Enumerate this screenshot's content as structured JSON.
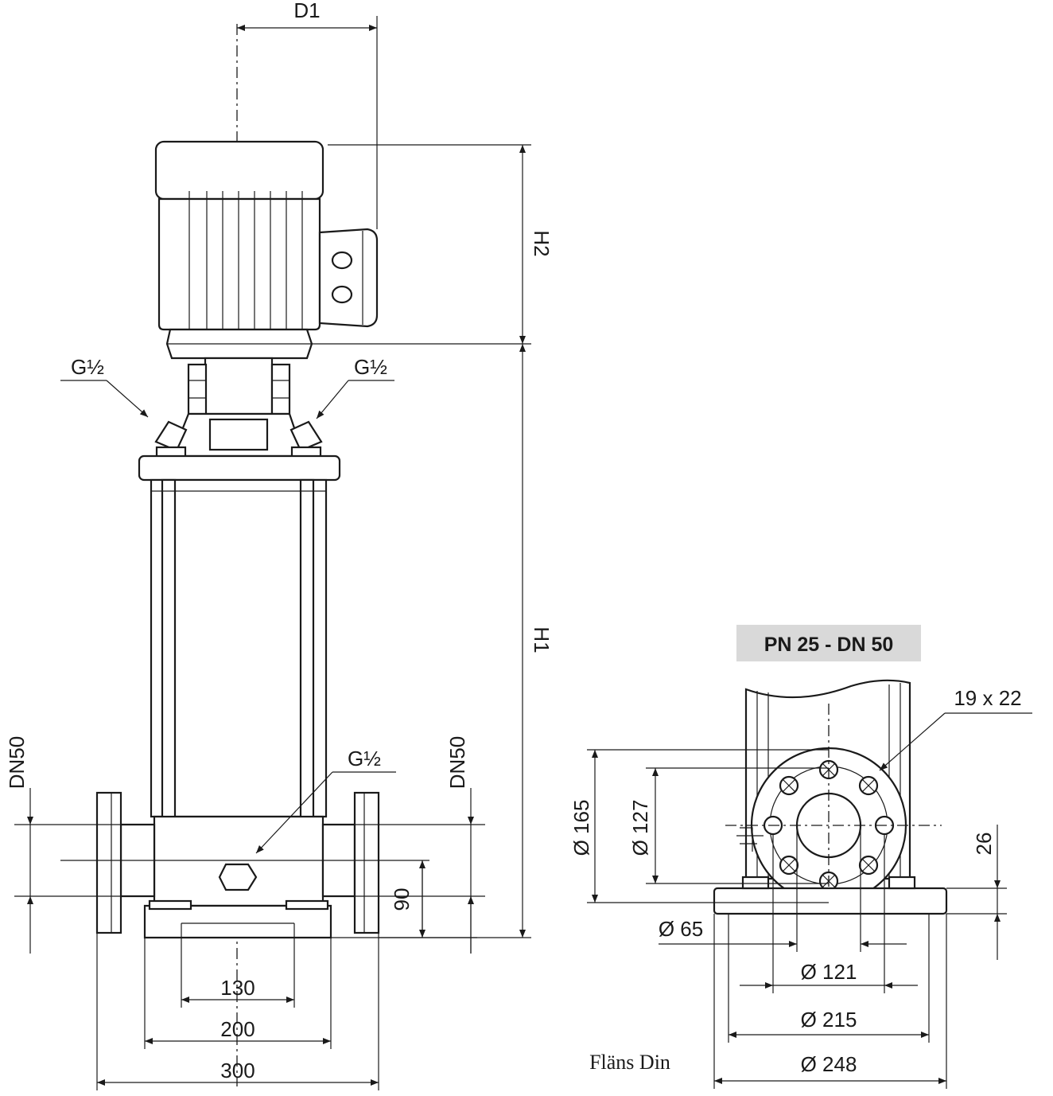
{
  "labels": {
    "d1": "D1",
    "h1": "H1",
    "h2": "H2",
    "g_left": "G½",
    "g_right": "G½",
    "g_bottom": "G½",
    "dn_left": "DN50",
    "dn_right": "DN50",
    "dim_90": "90",
    "dim_130": "130",
    "dim_200": "200",
    "dim_300": "300",
    "flange_title": "PN 25 - DN 50",
    "holes": "19 x 22",
    "dia_165": "Ø 165",
    "dia_127": "Ø 127",
    "dim_26": "26",
    "dia_65": "Ø 65",
    "dia_121": "Ø 121",
    "dia_215": "Ø 215",
    "dia_248": "Ø 248",
    "flange_std": "Fläns Din"
  },
  "colors": {
    "line": "#1a1a1a",
    "badge_bg": "#d9d9d9"
  }
}
